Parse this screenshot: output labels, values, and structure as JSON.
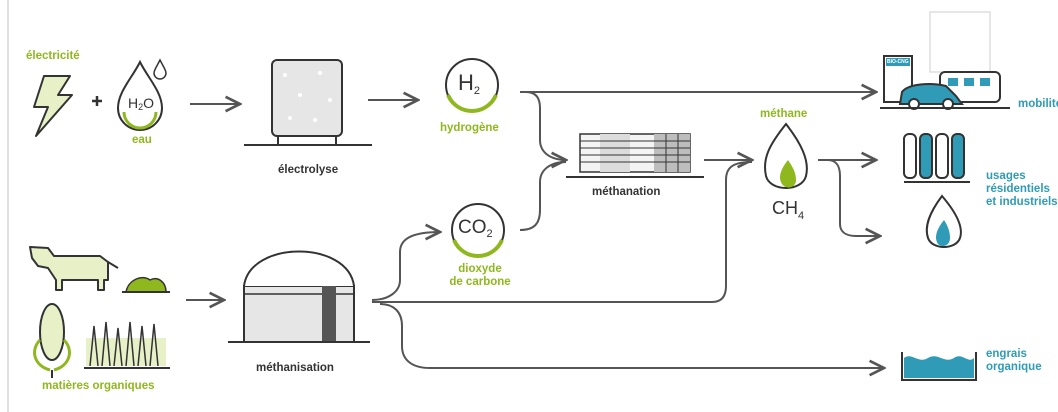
{
  "inputs": {
    "electricity": "électricité",
    "water": "eau",
    "organic_matter": "matières organiques"
  },
  "processes": {
    "electrolysis": "électrolyse",
    "methanation": "méthanation",
    "methanisation": "méthanisation"
  },
  "gases": {
    "hydrogen_label": "hydrogène",
    "hydrogen_formula": "H",
    "hydrogen_sub": "2",
    "co2_label_line1": "dioxyde",
    "co2_label_line2": "de carbone",
    "co2_formula": "CO",
    "co2_sub": "2",
    "methane_label": "méthane",
    "methane_formula": "CH",
    "methane_sub": "4",
    "water_formula": "H",
    "water_sub": "2",
    "water_o": "O"
  },
  "outputs": {
    "mobility": "mobilité",
    "residential_line1": "usages",
    "residential_line2": "résidentiels",
    "residential_line3": "et industriels",
    "fertilizer_line1": "engrais",
    "fertilizer_line2": "organique",
    "station_sign": "BIO-CNG"
  },
  "symbols": {
    "plus": "+"
  },
  "colors": {
    "green": "#8fb81e",
    "teal": "#2f9bb6",
    "dark": "#333333",
    "light_green": "#e8f0c8"
  }
}
